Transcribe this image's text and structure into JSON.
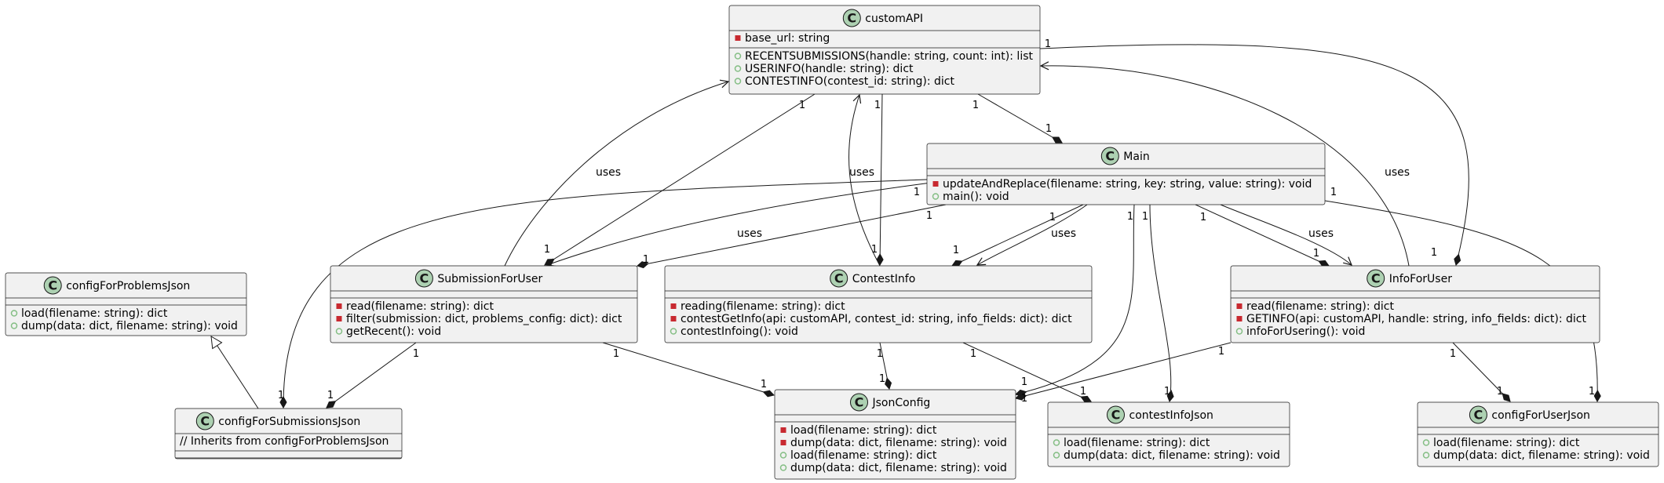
{
  "classes": {
    "customAPI": {
      "name": "customAPI",
      "attributes": [
        {
          "vis": "private",
          "text": "base_url: string"
        }
      ],
      "methods": [
        {
          "vis": "public",
          "text": "RECENTSUBMISSIONS(handle: string, count: int): list"
        },
        {
          "vis": "public",
          "text": "USERINFO(handle: string): dict"
        },
        {
          "vis": "public",
          "text": "CONTESTINFO(contest_id: string): dict"
        }
      ]
    },
    "Main": {
      "name": "Main",
      "attributes": [],
      "methods": [
        {
          "vis": "private",
          "text": "updateAndReplace(filename: string, key: string, value: string): void"
        },
        {
          "vis": "public",
          "text": "main(): void"
        }
      ]
    },
    "configForProblemsJson": {
      "name": "configForProblemsJson",
      "attributes": [],
      "methods": [
        {
          "vis": "public",
          "text": "load(filename: string): dict"
        },
        {
          "vis": "public",
          "text": "dump(data: dict, filename: string): void"
        }
      ]
    },
    "SubmissionForUser": {
      "name": "SubmissionForUser",
      "attributes": [],
      "methods": [
        {
          "vis": "private",
          "text": "read(filename: string): dict"
        },
        {
          "vis": "private",
          "text": "filter(submission: dict, problems_config: dict): dict"
        },
        {
          "vis": "public",
          "text": "getRecent(): void"
        }
      ]
    },
    "ContestInfo": {
      "name": "ContestInfo",
      "attributes": [],
      "methods": [
        {
          "vis": "private",
          "text": "reading(filename: string): dict"
        },
        {
          "vis": "private",
          "text": "contestGetInfo(api: customAPI, contest_id: string, info_fields: dict): dict"
        },
        {
          "vis": "public",
          "text": "contestInfoing(): void"
        }
      ]
    },
    "InfoForUser": {
      "name": "InfoForUser",
      "attributes": [],
      "methods": [
        {
          "vis": "private",
          "text": "read(filename: string): dict"
        },
        {
          "vis": "private",
          "text": "GETINFO(api: customAPI, handle: string, info_fields: dict): dict"
        },
        {
          "vis": "public",
          "text": "infoForUsering(): void"
        }
      ]
    },
    "configForSubmissionsJson": {
      "name": "configForSubmissionsJson",
      "attributes": [],
      "methods": [],
      "note": "// Inherits from configForProblemsJson"
    },
    "JsonConfig": {
      "name": "JsonConfig",
      "attributes": [],
      "methods": [
        {
          "vis": "private",
          "text": "load(filename: string): dict"
        },
        {
          "vis": "private",
          "text": "dump(data: dict, filename: string): void"
        },
        {
          "vis": "public",
          "text": "load(filename: string): dict"
        },
        {
          "vis": "public",
          "text": "dump(data: dict, filename: string): void"
        }
      ]
    },
    "contestInfoJson": {
      "name": "contestInfoJson",
      "attributes": [],
      "methods": [
        {
          "vis": "public",
          "text": "load(filename: string): dict"
        },
        {
          "vis": "public",
          "text": "dump(data: dict, filename: string): void"
        }
      ]
    },
    "configForUserJson": {
      "name": "configForUserJson",
      "attributes": [],
      "methods": [
        {
          "vis": "public",
          "text": "load(filename: string): dict"
        },
        {
          "vis": "public",
          "text": "dump(data: dict, filename: string): void"
        }
      ]
    }
  },
  "labels": {
    "uses": "uses",
    "one": "1"
  },
  "relations": [
    {
      "from": "customAPI",
      "to": "Main",
      "kind": "composition",
      "from_mult": "1",
      "to_mult": "1"
    },
    {
      "from": "customAPI",
      "to": "SubmissionForUser",
      "kind": "composition",
      "from_mult": "1",
      "to_mult": "1"
    },
    {
      "from": "customAPI",
      "to": "ContestInfo",
      "kind": "composition",
      "from_mult": "1",
      "to_mult": "1"
    },
    {
      "from": "customAPI",
      "to": "InfoForUser",
      "kind": "composition",
      "from_mult": "1",
      "to_mult": "1"
    },
    {
      "from": "SubmissionForUser",
      "to": "customAPI",
      "kind": "uses",
      "label": "uses"
    },
    {
      "from": "ContestInfo",
      "to": "customAPI",
      "kind": "uses",
      "label": "uses"
    },
    {
      "from": "InfoForUser",
      "to": "customAPI",
      "kind": "uses",
      "label": "uses"
    },
    {
      "from": "Main",
      "to": "SubmissionForUser",
      "kind": "uses",
      "label": "uses"
    },
    {
      "from": "Main",
      "to": "ContestInfo",
      "kind": "uses",
      "label": "uses"
    },
    {
      "from": "Main",
      "to": "InfoForUser",
      "kind": "uses",
      "label": "uses"
    },
    {
      "from": "Main",
      "to": "SubmissionForUser",
      "kind": "composition",
      "from_mult": "1",
      "to_mult": "1"
    },
    {
      "from": "Main",
      "to": "ContestInfo",
      "kind": "composition",
      "from_mult": "1",
      "to_mult": "1"
    },
    {
      "from": "Main",
      "to": "InfoForUser",
      "kind": "composition",
      "from_mult": "1",
      "to_mult": "1"
    },
    {
      "from": "Main",
      "to": "configForSubmissionsJson",
      "kind": "composition",
      "from_mult": "1",
      "to_mult": "1"
    },
    {
      "from": "Main",
      "to": "JsonConfig",
      "kind": "composition",
      "from_mult": "1",
      "to_mult": "1"
    },
    {
      "from": "Main",
      "to": "contestInfoJson",
      "kind": "composition",
      "from_mult": "1",
      "to_mult": "1"
    },
    {
      "from": "Main",
      "to": "configForUserJson",
      "kind": "composition",
      "from_mult": "1",
      "to_mult": "1"
    },
    {
      "from": "SubmissionForUser",
      "to": "configForSubmissionsJson",
      "kind": "composition",
      "from_mult": "1",
      "to_mult": "1"
    },
    {
      "from": "SubmissionForUser",
      "to": "JsonConfig",
      "kind": "composition",
      "from_mult": "1",
      "to_mult": "1"
    },
    {
      "from": "ContestInfo",
      "to": "JsonConfig",
      "kind": "composition",
      "from_mult": "1",
      "to_mult": "1"
    },
    {
      "from": "ContestInfo",
      "to": "contestInfoJson",
      "kind": "composition",
      "from_mult": "1",
      "to_mult": "1"
    },
    {
      "from": "InfoForUser",
      "to": "JsonConfig",
      "kind": "composition",
      "from_mult": "1",
      "to_mult": "1"
    },
    {
      "from": "InfoForUser",
      "to": "configForUserJson",
      "kind": "composition",
      "from_mult": "1",
      "to_mult": "1"
    },
    {
      "from": "configForSubmissionsJson",
      "to": "configForProblemsJson",
      "kind": "inheritance"
    }
  ],
  "colors": {
    "class_fill": "#f1f1f1",
    "class_stroke": "#181818",
    "badge_fill": "#add1b2",
    "badge_letter": "C",
    "private_vis": "#c82930",
    "public_vis": "#84be84",
    "line": "#181818",
    "text": "#000000"
  }
}
